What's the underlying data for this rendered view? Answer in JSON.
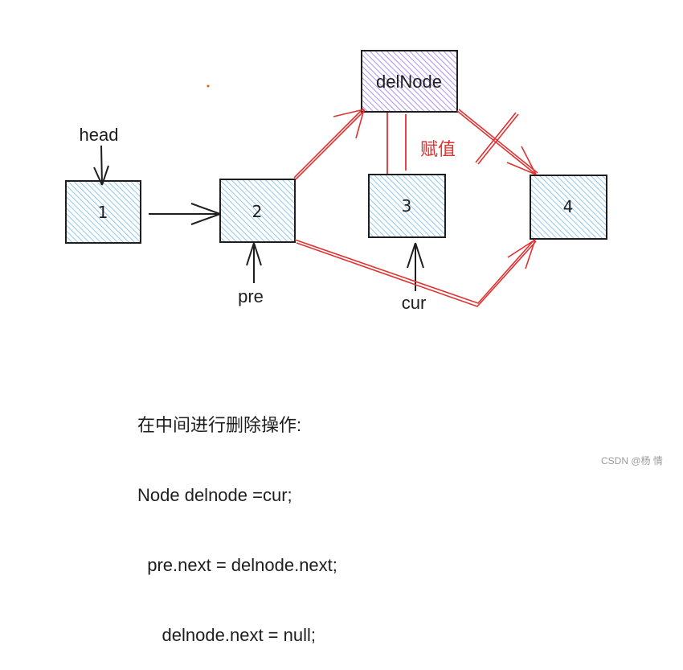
{
  "nodes": [
    {
      "id": "1",
      "label": "1",
      "fill": "#a5d8ff"
    },
    {
      "id": "2",
      "label": "2",
      "fill": "#a5d8ff"
    },
    {
      "id": "3",
      "label": "3",
      "fill": "#a5d8ff"
    },
    {
      "id": "4",
      "label": "4",
      "fill": "#a5d8ff"
    },
    {
      "id": "delNode",
      "label": "delNode",
      "fill": "#b197fc"
    }
  ],
  "pointers": {
    "head": "head",
    "pre": "pre",
    "cur": "cur"
  },
  "annotation": {
    "assign": "赋值"
  },
  "code": {
    "line1": "在中间进行删除操作:",
    "line2": "Node delnode =cur;",
    "line3": "  pre.next = delnode.next;",
    "line4": "     delnode.next = null;"
  },
  "watermark": "CSDN @杨  情",
  "colors": {
    "stroke": "#1e1e1e",
    "red": "#e03131",
    "blue_fill": "#a5d8ff",
    "purple_fill": "#b197fc"
  }
}
